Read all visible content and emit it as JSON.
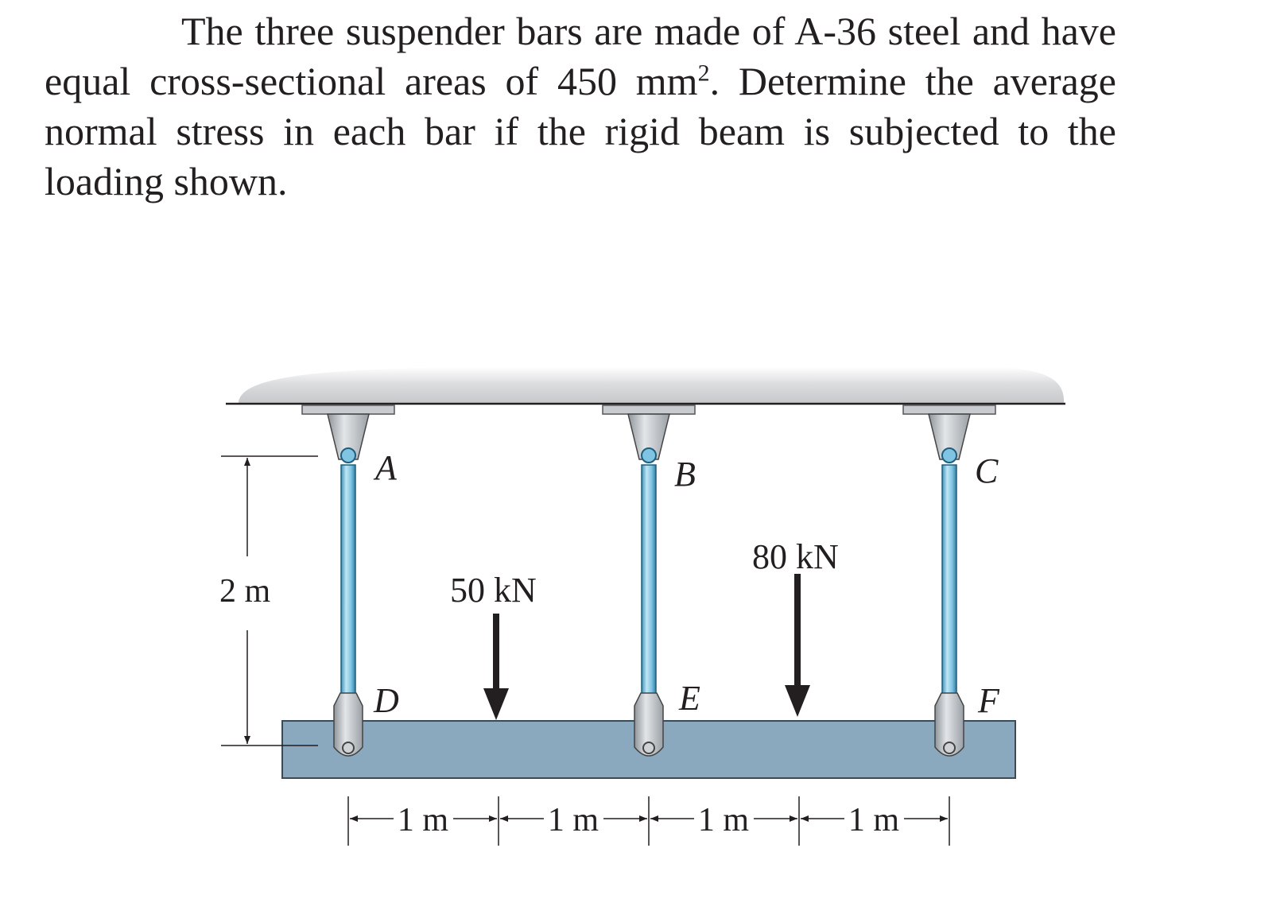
{
  "problem": {
    "text": "The three suspender bars are made of A-36 steel and have equal cross-sectional areas of 450 mm",
    "superscript": "2",
    "text_end": ". Determine the average normal stress in each bar if the rigid beam is subjected to the loading shown."
  },
  "figure": {
    "points": {
      "A": "A",
      "B": "B",
      "C": "C",
      "D": "D",
      "E": "E",
      "F": "F"
    },
    "loads": {
      "left": "50 kN",
      "right": "80 kN"
    },
    "height_dim": "2 m",
    "spans": [
      "1 m",
      "1 m",
      "1 m",
      "1 m"
    ],
    "colors": {
      "ceiling": "#c8c9cb",
      "beam": "#8aa9bf",
      "bar": "#7fc4e2",
      "bracket": "#bdc2c7"
    }
  }
}
